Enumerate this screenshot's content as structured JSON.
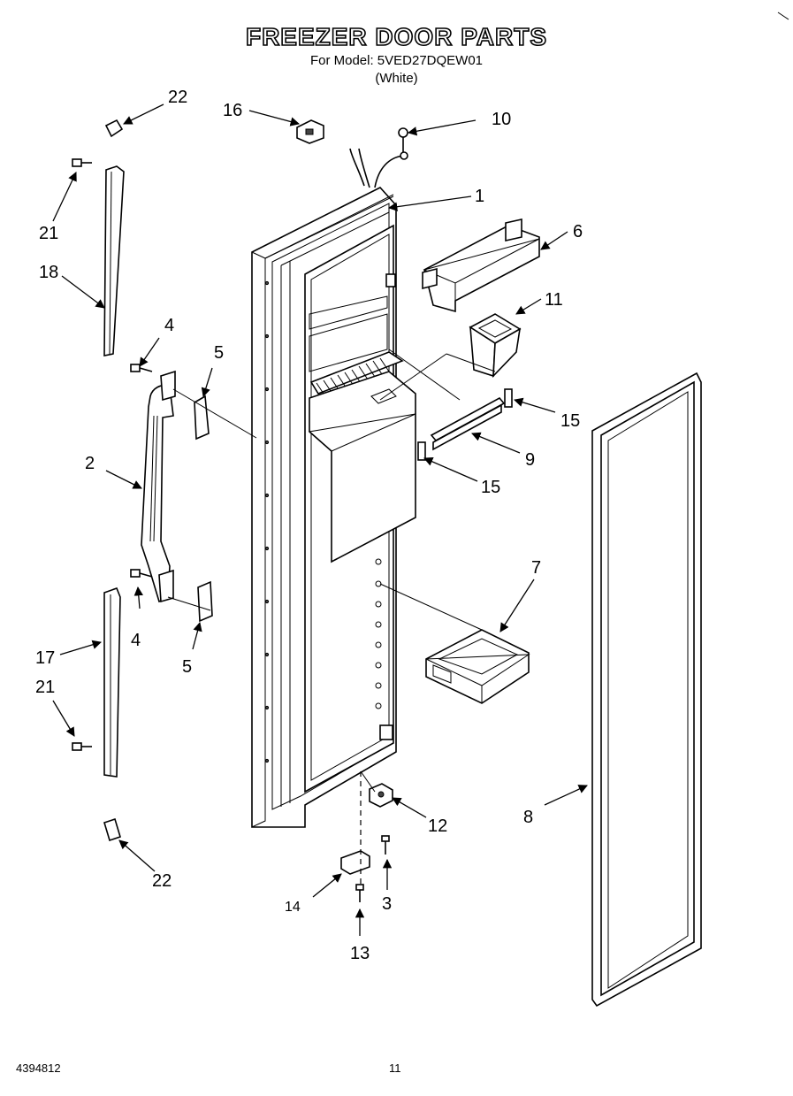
{
  "header": {
    "title": "FREEZER DOOR PARTS",
    "model_line": "For Model: 5VED27DQEW01",
    "color_line": "(White)"
  },
  "callouts": {
    "c1": "1",
    "c2": "2",
    "c3": "3",
    "c4a": "4",
    "c4b": "4",
    "c5a": "5",
    "c5b": "5",
    "c6": "6",
    "c7": "7",
    "c8": "8",
    "c9": "9",
    "c10": "10",
    "c11": "11",
    "c12": "12",
    "c13": "13",
    "c14": "14",
    "c15a": "15",
    "c15b": "15",
    "c16": "16",
    "c17": "17",
    "c18": "18",
    "c21a": "21",
    "c21b": "21",
    "c22a": "22",
    "c22b": "22"
  },
  "footer": {
    "doc_number": "4394812",
    "page_number": "11"
  }
}
